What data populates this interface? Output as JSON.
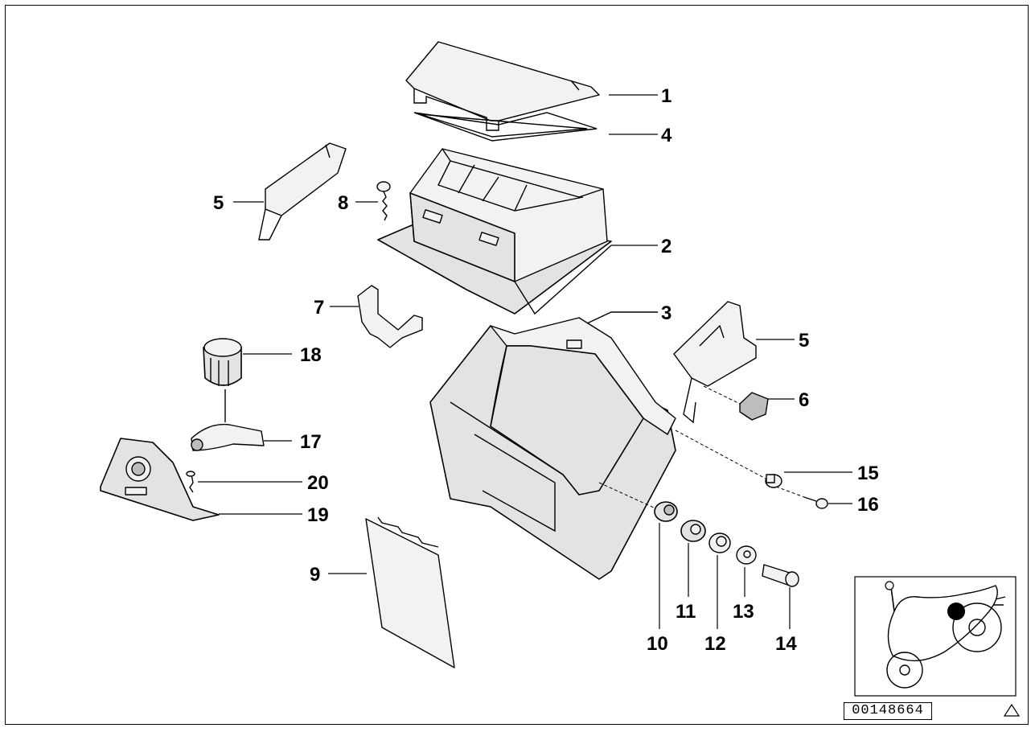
{
  "callouts": {
    "c1": "1",
    "c2": "2",
    "c3": "3",
    "c4": "4",
    "c5a": "5",
    "c5b": "5",
    "c6": "6",
    "c7": "7",
    "c8": "8",
    "c9": "9",
    "c10": "10",
    "c11": "11",
    "c12": "12",
    "c13": "13",
    "c14": "14",
    "c15": "15",
    "c16": "16",
    "c17": "17",
    "c18": "18",
    "c19": "19",
    "c20": "20"
  },
  "reference_number": "00148664",
  "icons": {
    "warning": "warning-triangle-icon",
    "vehicle": "motorcycle-thumbnail-icon"
  },
  "colors": {
    "line": "#000000",
    "fill": "#e3e3e3",
    "background": "#ffffff"
  }
}
